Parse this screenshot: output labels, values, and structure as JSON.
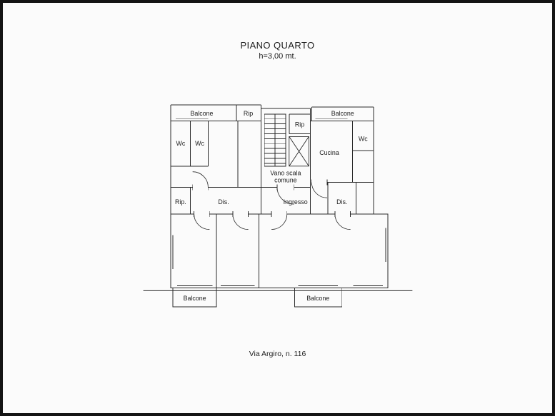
{
  "page": {
    "title": "PIANO QUARTO",
    "subtitle": "h=3,00 mt.",
    "footer": "Via Argiro, n. 116"
  },
  "plan": {
    "rooms": {
      "balcone_top_left": "Balcone",
      "rip_top": "Rip",
      "balcone_top_right": "Balcone",
      "rip_stair": "Rip",
      "wc_left_a": "Wc",
      "wc_left_b": "Wc",
      "wc_right": "Wc",
      "cucina": "Cucina",
      "vano_scala_line1": "Vano scala",
      "vano_scala_line2": "comune",
      "rip_mid": "Rip.",
      "dis_left": "Dis.",
      "ingresso": "Ingresso",
      "dis_right": "Dis.",
      "balcone_bottom_left": "Balcone",
      "balcone_bottom_right": "Balcone"
    },
    "colors": {
      "ink": "#2b2b2b",
      "paper": "#fbfbfb",
      "frame": "#141414"
    }
  }
}
